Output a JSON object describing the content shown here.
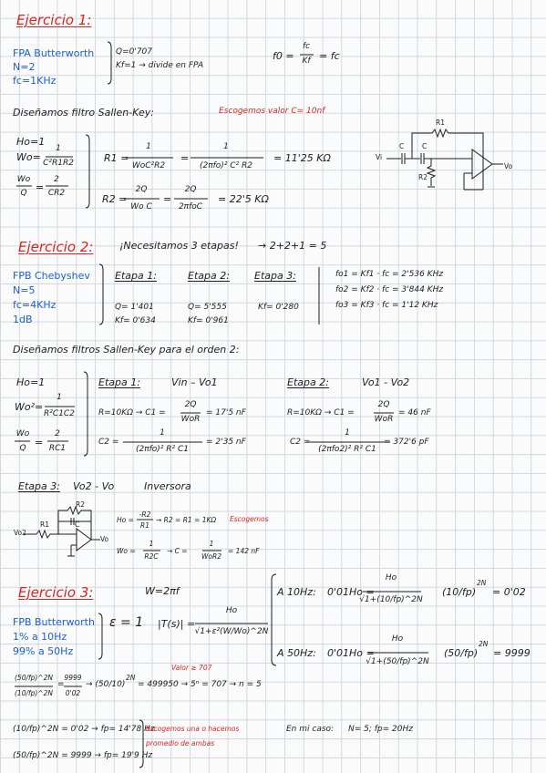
{
  "ex1": {
    "heading": "Ejercicio 1:",
    "spec": [
      "FPA Butterworth",
      "N=2",
      "fc=1KHz"
    ],
    "q_line": "Q=0'707",
    "kf_line": "Kf=1 → divide en FPA",
    "f0_lhs": "f0 =",
    "f0_num": "fc",
    "f0_den": "Kf",
    "f0_rhs": "= fc",
    "design_title": "Diseñamos filtro Sallen-Key:",
    "design_note": "Escogemos valor C= 10nf",
    "h0": "Ho=1",
    "w0_lhs": "Wo=",
    "w0_num": "1",
    "w0_den": "C²R1R2",
    "wq_num": "Wo",
    "wq_den": "Q",
    "wq_eq": "=",
    "wq_rnum": "2",
    "wq_rden": "CR2",
    "r1_lhs": "R1 =",
    "r1_num1": "1",
    "r1_den1": "WoC²R2",
    "r1_eq": "=",
    "r1_num2": "1",
    "r1_den2": "(2πfo)² C² R2",
    "r1_result": "= 11'25 KΩ",
    "r2_lhs": "R2 =",
    "r2_num1": "2Q",
    "r2_den1": "Wo C",
    "r2_eq": "=",
    "r2_num2": "2Q",
    "r2_den2": "2πfoC",
    "r2_result": "= 22'5 KΩ",
    "circuit": {
      "vi": "Vi",
      "vo": "Vo",
      "r1": "R1",
      "r2": "R2",
      "c1": "C",
      "c2": "C"
    }
  },
  "ex2": {
    "heading": "Ejercicio 2:",
    "stages_note": "¡Necesitamos 3 etapas!",
    "stages_sum": "→ 2+2+1 = 5",
    "spec": [
      "FPB Chebyshev",
      "N=5",
      "fc=4KHz",
      "1dB"
    ],
    "etapas": [
      {
        "title": "Etapa 1:",
        "q": "Q= 1'401",
        "kf": "Kf= 0'634"
      },
      {
        "title": "Etapa 2:",
        "q": "Q= 5'555",
        "kf": "Kf= 0'961"
      },
      {
        "title": "Etapa 3:",
        "q": "",
        "kf": "Kf= 0'280"
      }
    ],
    "fo": [
      "fo1 = Kf1 · fc = 2'536 KHz",
      "fo2 = Kf2 · fc = 3'844 KHz",
      "fo3 = Kf3 · fc = 1'12 KHz"
    ],
    "design_title": "Diseñamos filtros Sallen-Key para el orden 2:",
    "h0": "Ho=1",
    "w0_lhs": "Wo²=",
    "w0_num": "1",
    "w0_den": "R²C1C2",
    "wq_num": "Wo",
    "wq_den": "Q",
    "wq_eq": "=",
    "wq_rnum": "2",
    "wq_rden": "RC1",
    "st1_title": "Etapa 1:",
    "st1_io": "Vin – Vo1",
    "st1_r": "R=10KΩ → C1 =",
    "st1_num": "2Q",
    "st1_den": "WoR",
    "st1_res": "= 17'5 nF",
    "st1_c2_lhs": "C2 =",
    "st1_c2_num": "1",
    "st1_c2_den": "(2πfo)² R² C1",
    "st1_c2_res": "= 2'35 nF",
    "st2_title": "Etapa 2:",
    "st2_io": "Vo1 - Vo2",
    "st2_r": "R=10KΩ → C1 =",
    "st2_num": "2Q",
    "st2_den": "WoR",
    "st2_res": "= 46 nF",
    "st2_c2_lhs": "C2 =",
    "st2_c2_num": "1",
    "st2_c2_den": "(2πfo2)² R² C1",
    "st2_c2_res": "= 372'6 pF",
    "st3_title": "Etapa 3:",
    "st3_io": "Vo2 - Vo",
    "st3_type": "Inversora",
    "st3_h0": "Ho =",
    "st3_h0_num": "-R2",
    "st3_h0_den": "R1",
    "st3_h0_rest": "→ R2 = R1 = 1KΩ",
    "st3_note": "Escogemos",
    "st3_w0": "Wo =",
    "st3_w0_num": "1",
    "st3_w0_den": "R2C",
    "st3_c": "→ C =",
    "st3_c_num": "1",
    "st3_c_den": "WoR2",
    "st3_res": "= 142 nF",
    "circuit": {
      "vin": "Vo2",
      "vo": "Vo",
      "r1": "R1",
      "r2": "R2",
      "c": "C"
    }
  },
  "ex3": {
    "heading": "Ejercicio 3:",
    "w_eq": "W=2πf",
    "spec": [
      "FPB Butterworth",
      "1% a 10Hz",
      "99% a 50Hz"
    ],
    "eps": "ε = 1",
    "tf_lhs": "|T(s)| =",
    "tf_num": "Ho",
    "tf_den": "√1+ε²(W/Wo)^2N",
    "a10_label": "A 10Hz:",
    "a10_lhs": "0'01Ho =",
    "a10_num": "Ho",
    "a10_den": "√1+(10/fp)^2N",
    "a10_rhs_base": "(10/fp)",
    "a10_rhs_exp": "2N",
    "a10_res": "= 0'02",
    "a50_label": "A 50Hz:",
    "a50_lhs": "0'01Ho =",
    "a50_num": "Ho",
    "a50_den": "√1+(50/fp)^2N",
    "a50_rhs_base": "(50/fp)",
    "a50_rhs_exp": "2N",
    "a50_res": "= 9999",
    "valor_note": "Valor ≥ 707",
    "ratio_num": "(50/fp)^2N",
    "ratio_den": "(10/fp)^2N",
    "ratio_eq": "=",
    "ratio_vnum": "9999",
    "ratio_vden": "0'02",
    "ratio_rest1": "→ (50/10)",
    "ratio_exp": "2N",
    "ratio_rest2": "= 499950 → 5ⁿ = 707 → n = 5",
    "fp1": "(10/fp)^2N = 0'02 → fp= 14'78 Hz",
    "fp2": "(50/fp)^2N = 9999 → fp= 19'9 Hz",
    "avg_note": [
      "Escogemos una o hacemos",
      "promedio de ambas"
    ],
    "mi_caso_label": "En mi caso:",
    "mi_caso_value": "N= 5; fp= 20Hz"
  }
}
